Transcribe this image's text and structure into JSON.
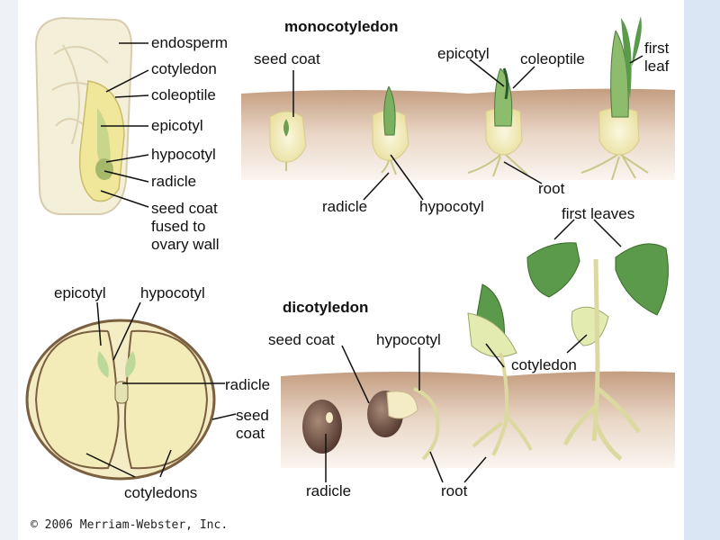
{
  "headings": {
    "monocot": "monocotyledon",
    "dicot": "dicotyledon"
  },
  "corn_seed": {
    "endosperm": "endosperm",
    "cotyledon": "cotyledon",
    "coleoptile": "coleoptile",
    "epicotyl": "epicotyl",
    "hypocotyl": "hypocotyl",
    "radicle": "radicle",
    "seed_coat": "seed coat\nfused to\novary wall"
  },
  "monocot_stages": {
    "seed_coat": "seed coat",
    "epicotyl": "epicotyl",
    "coleoptile": "coleoptile",
    "first_leaf": "first\nleaf",
    "radicle": "radicle",
    "hypocotyl": "hypocotyl",
    "root": "root"
  },
  "bean_seed": {
    "epicotyl": "epicotyl",
    "hypocotyl": "hypocotyl",
    "radicle": "radicle",
    "seed_coat": "seed\ncoat",
    "cotyledons": "cotyledons"
  },
  "dicot_stages": {
    "seed_coat": "seed coat",
    "hypocotyl": "hypocotyl",
    "first_leaves": "first leaves",
    "cotyledon": "cotyledon",
    "radicle": "radicle",
    "root": "root"
  },
  "copyright": "© 2006 Merriam-Webster, Inc.",
  "colors": {
    "soil": "#c9a88c",
    "seed_fill": "#f6efc6",
    "leaf_green": "#5a9a4a",
    "bean_brown": "#6a4a3a"
  }
}
